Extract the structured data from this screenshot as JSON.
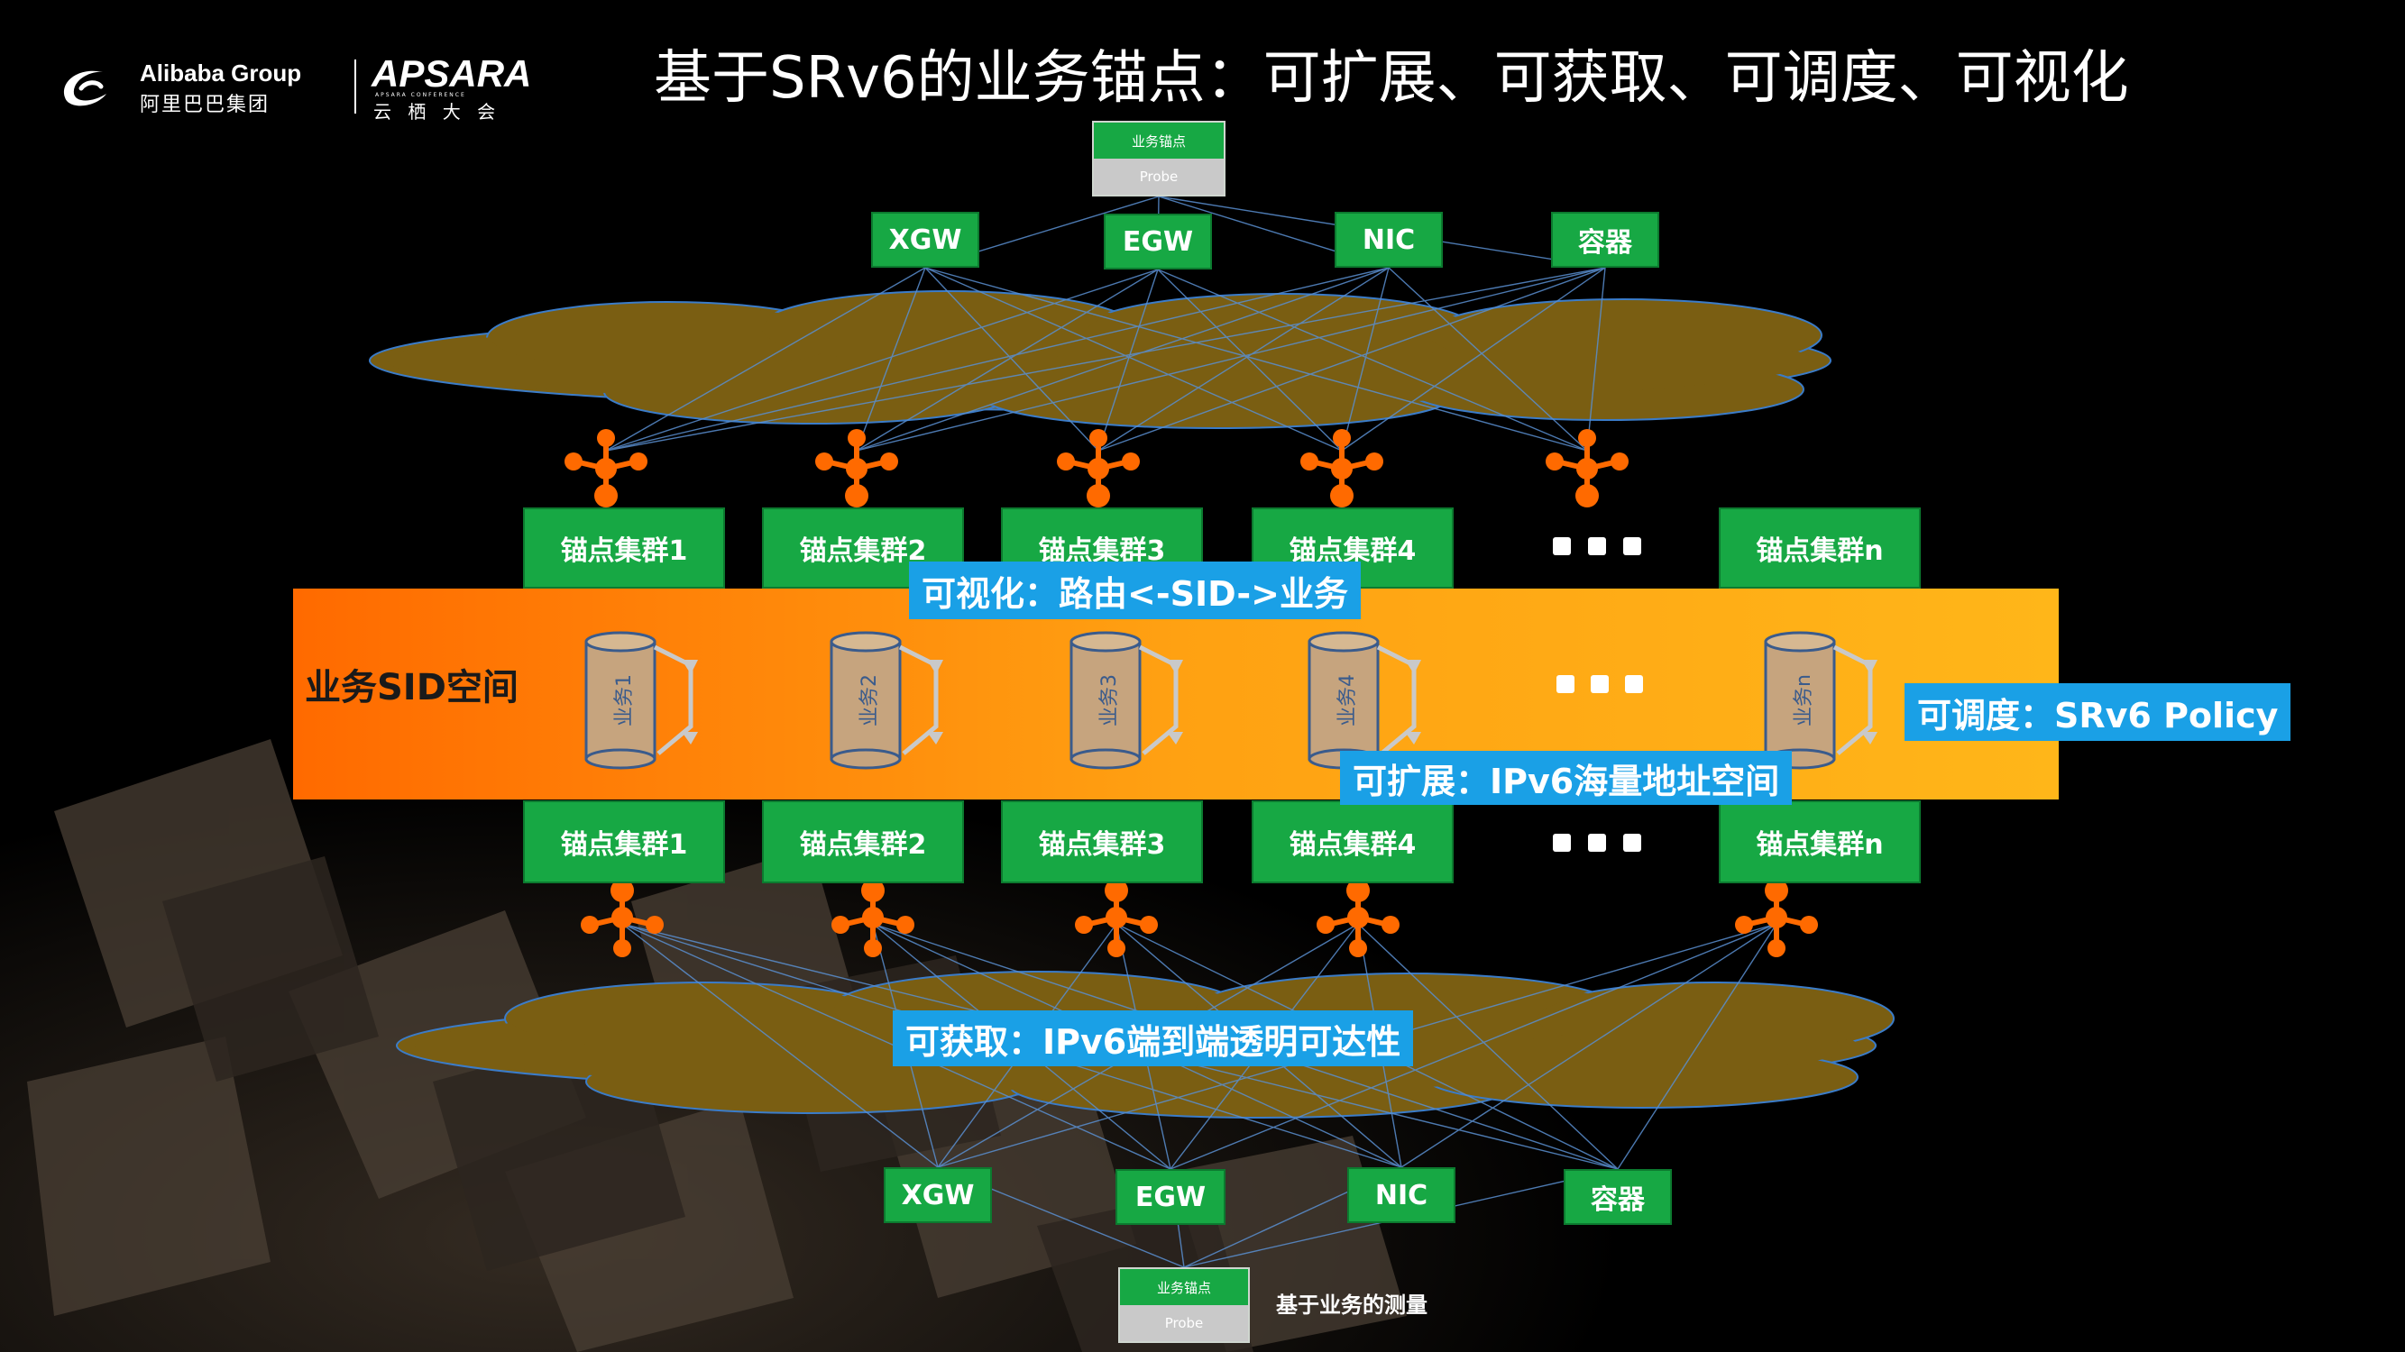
{
  "header": {
    "title": "基于SRv6的业务锚点：可扩展、可获取、可调度、可视化",
    "logo_alibaba": "Alibaba Group",
    "logo_alibaba_cn": "阿里巴巴集团",
    "logo_apsara": "APSARA",
    "logo_apsara_cn": "云 栖 大 会",
    "logo_apsara_sub": "APSARA CONFERENCE"
  },
  "probe_top": {
    "label": "业务锚点",
    "probe": "Probe"
  },
  "probe_bottom": {
    "label": "业务锚点",
    "probe": "Probe",
    "caption": "基于业务的测量"
  },
  "endpoints_top": [
    "XGW",
    "EGW",
    "NIC",
    "容器"
  ],
  "endpoints_bottom": [
    "XGW",
    "EGW",
    "NIC",
    "容器"
  ],
  "clusters_top": [
    "锚点集群1",
    "锚点集群2",
    "锚点集群3",
    "锚点集群4",
    "锚点集群n"
  ],
  "clusters_bottom": [
    "锚点集群1",
    "锚点集群2",
    "锚点集群3",
    "锚点集群4",
    "锚点集群n"
  ],
  "sid_band": {
    "label": "业务SID空间",
    "services": [
      "业务1",
      "业务2",
      "业务3",
      "业务4",
      "业务n"
    ]
  },
  "callouts": {
    "visualize": "可视化：路由<-SID->业务",
    "schedule": "可调度：SRv6 Policy",
    "extend": "可扩展：IPv6海量地址空间",
    "obtain": "可获取：IPv6端到端透明可达性"
  },
  "colors": {
    "green": "#17a844",
    "callout": "#1aa0e6",
    "orange_start": "#ff6a00",
    "orange_end": "#ffb619",
    "cloud": "#7a5e12",
    "hub": "#ff6a00"
  }
}
